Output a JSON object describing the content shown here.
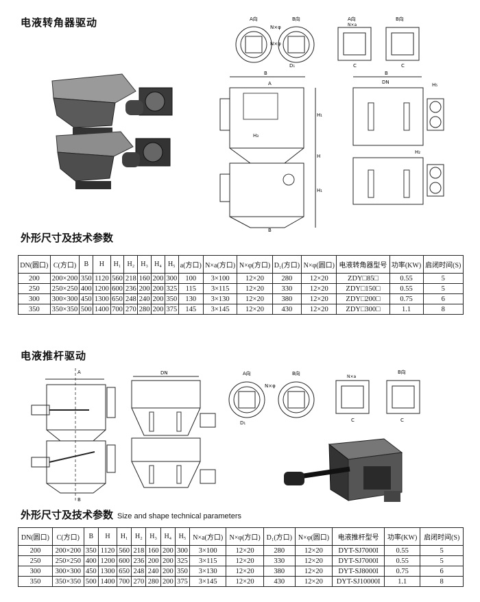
{
  "section1": {
    "title": "电液转角器驱动",
    "params_title": "外形尺寸及技术参数",
    "diagram_labels": {
      "a_view": "A向",
      "b_view": "B向",
      "n_phi": "N×φ",
      "d1": "D₁",
      "nxa": "N×a",
      "c": "C",
      "b": "B",
      "dn": "DN",
      "a_arrow": "A",
      "b_arrow": "B",
      "h": "H",
      "h1": "H₁",
      "h2": "H₂",
      "h3": "H₃",
      "h5": "H₅"
    },
    "table": {
      "headers": [
        "DN(圆口)",
        "C(方口)",
        "B",
        "H",
        "H₁",
        "H₂",
        "H₃",
        "H₄",
        "H₅",
        "a(方口)",
        "N×a(方口)",
        "N×φ(方口)",
        "D₁(方口)",
        "N×φ(圆口)",
        "电液转角器型号",
        "功率(KW)",
        "启闭时间(S)"
      ],
      "rows": [
        [
          "200",
          "200×200",
          "350",
          "1120",
          "560",
          "218",
          "160",
          "200",
          "300",
          "100",
          "3×100",
          "12×20",
          "280",
          "12×20",
          "ZDY□85□",
          "0.55",
          "5"
        ],
        [
          "250",
          "250×250",
          "400",
          "1200",
          "600",
          "236",
          "200",
          "200",
          "325",
          "115",
          "3×115",
          "12×20",
          "330",
          "12×20",
          "ZDY□150□",
          "0.55",
          "5"
        ],
        [
          "300",
          "300×300",
          "450",
          "1300",
          "650",
          "248",
          "240",
          "200",
          "350",
          "130",
          "3×130",
          "12×20",
          "380",
          "12×20",
          "ZDY□200□",
          "0.75",
          "6"
        ],
        [
          "350",
          "350×350",
          "500",
          "1400",
          "700",
          "270",
          "280",
          "200",
          "375",
          "145",
          "3×145",
          "12×20",
          "430",
          "12×20",
          "ZDY□300□",
          "1.1",
          "8"
        ]
      ]
    }
  },
  "section2": {
    "title": "电液推杆驱动",
    "params_title": "外形尺寸及技术参数",
    "params_title_en": "Size and shape technical parameters",
    "diagram_labels": {
      "a_view": "A向",
      "b_view": "B向",
      "n_phi": "N×φ",
      "d1": "D₁",
      "nxa": "N×a",
      "c": "C",
      "b": "B",
      "dn": "DN",
      "a_arrow": "A",
      "b_arrow": "B"
    },
    "table": {
      "headers": [
        "DN(圆口)",
        "C(方口)",
        "B",
        "H",
        "H₁",
        "H₂",
        "H₃",
        "H₄",
        "H₅",
        "N×a(方口)",
        "N×φ(方口)",
        "D₁(方口)",
        "N×φ(圆口)",
        "电液推杆型号",
        "功率(KW)",
        "启闭时间(S)"
      ],
      "rows": [
        [
          "200",
          "200×200",
          "350",
          "1120",
          "560",
          "218",
          "160",
          "200",
          "300",
          "3×100",
          "12×20",
          "280",
          "12×20",
          "DYT-SJ7000I",
          "0.55",
          "5"
        ],
        [
          "250",
          "250×250",
          "400",
          "1200",
          "600",
          "236",
          "200",
          "200",
          "325",
          "3×115",
          "12×20",
          "330",
          "12×20",
          "DYT-SJ7000I",
          "0.55",
          "5"
        ],
        [
          "300",
          "300×300",
          "450",
          "1300",
          "650",
          "248",
          "240",
          "200",
          "350",
          "3×130",
          "12×20",
          "380",
          "12×20",
          "DYT-SJ8000I",
          "0.75",
          "6"
        ],
        [
          "350",
          "350×350",
          "500",
          "1400",
          "700",
          "270",
          "280",
          "200",
          "375",
          "3×145",
          "12×20",
          "430",
          "12×20",
          "DYT-SJ10000I",
          "1.1",
          "8"
        ]
      ]
    }
  }
}
